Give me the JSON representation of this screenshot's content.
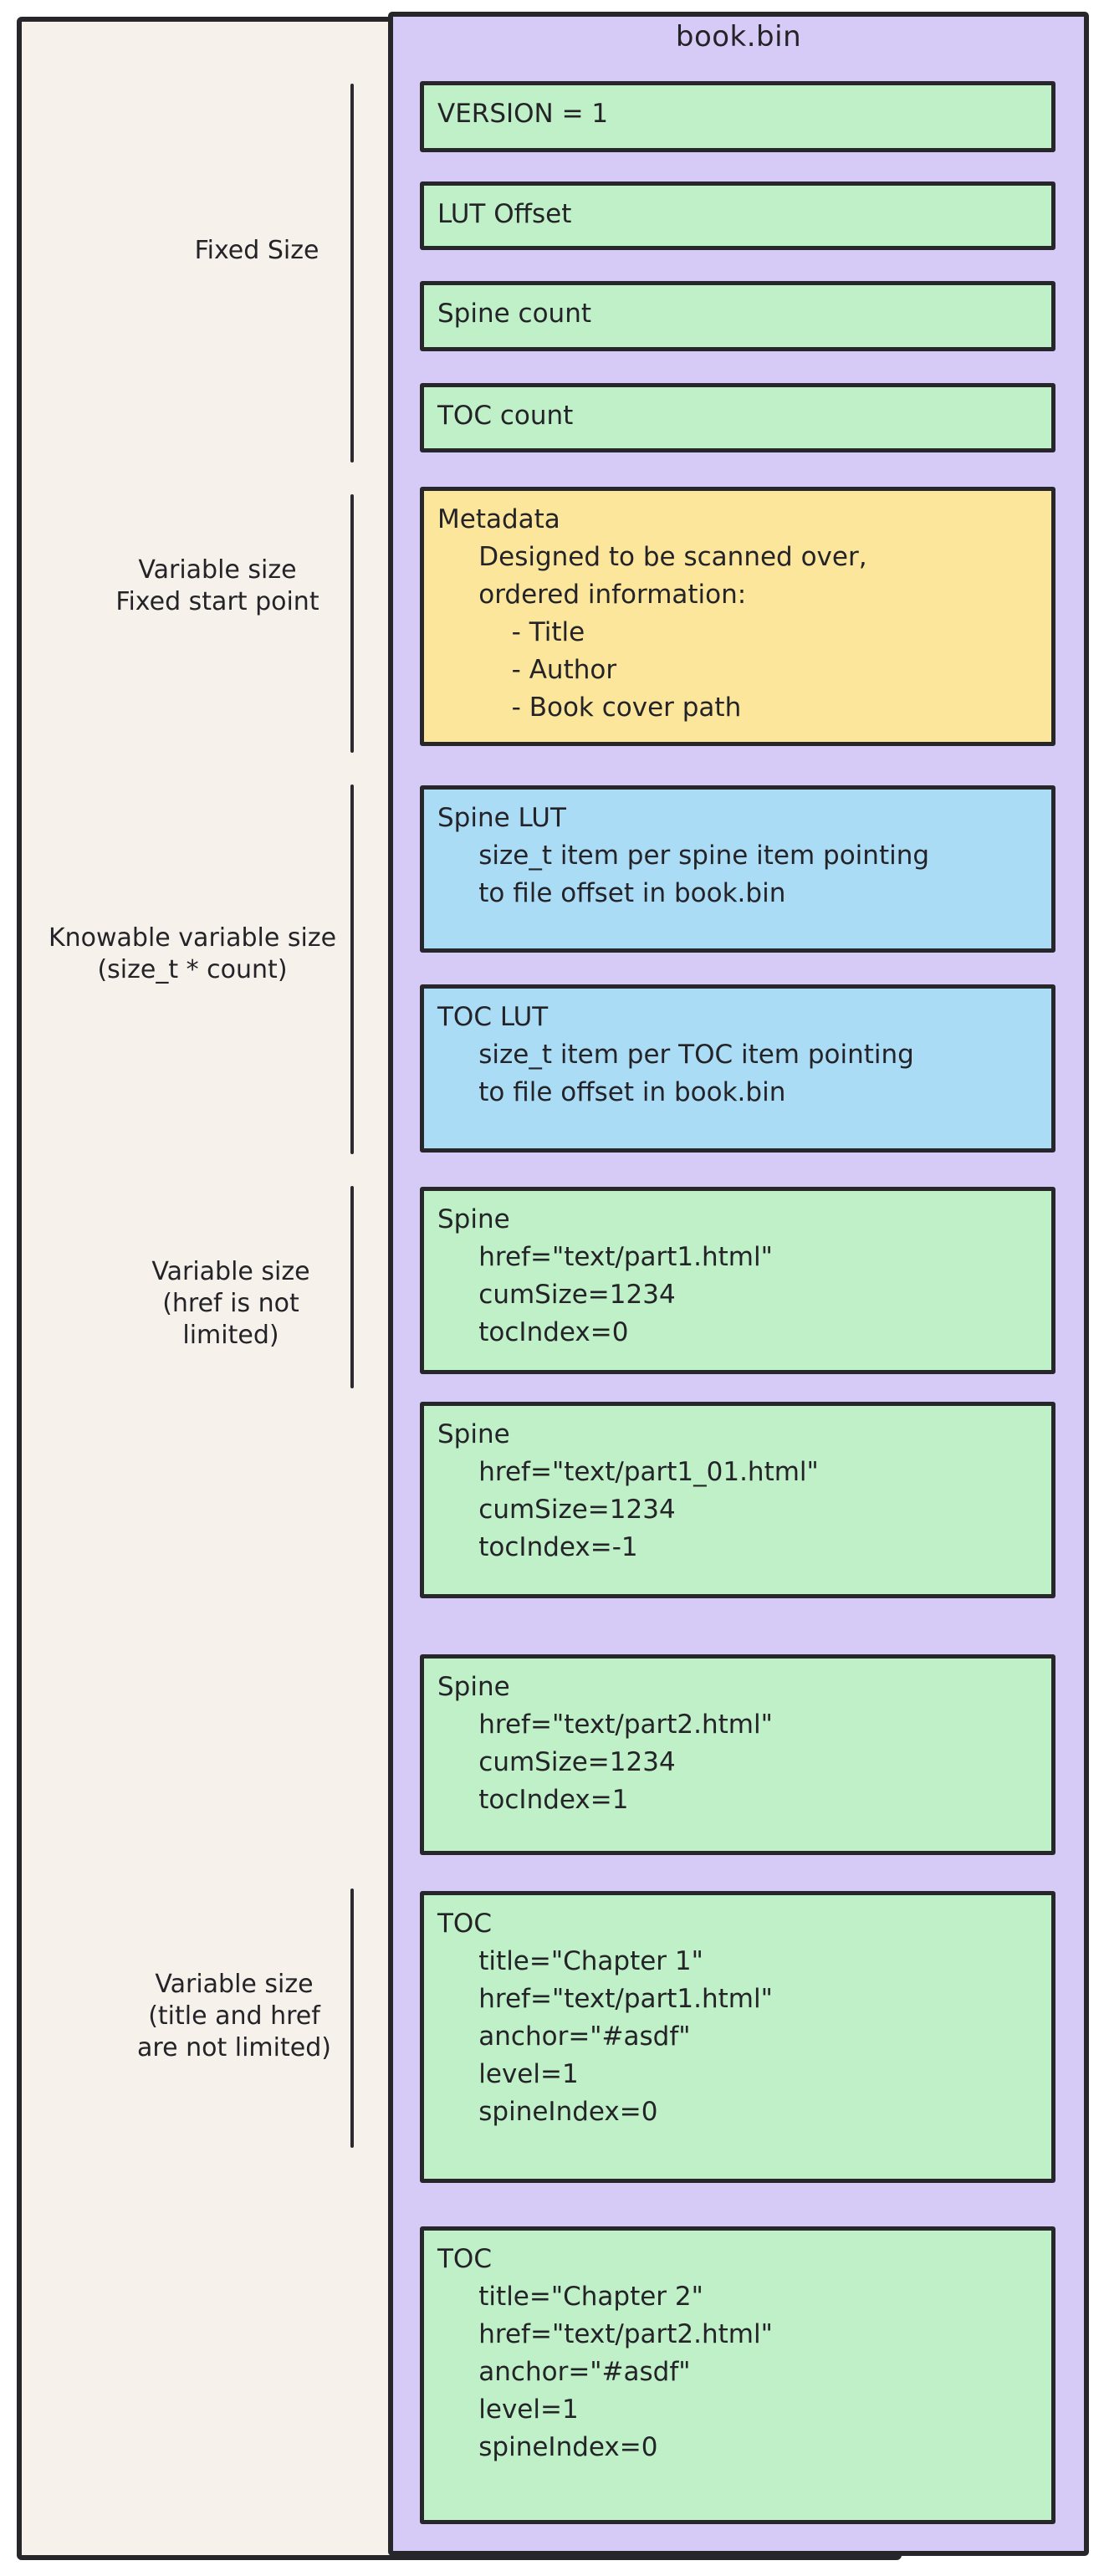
{
  "diagram": {
    "file_title": "book.bin",
    "side_labels": [
      {
        "text": "Fixed Size"
      },
      {
        "text": "Variable size\nFixed start point"
      },
      {
        "text": "Knowable variable size\n(size_t * count)"
      },
      {
        "text": "Variable size\n(href is not\nlimited)"
      },
      {
        "text": "Variable size\n(title and href\nare not limited)"
      }
    ],
    "blocks": [
      {
        "color": "green",
        "text": "VERSION = 1"
      },
      {
        "color": "green",
        "text": "LUT Offset"
      },
      {
        "color": "green",
        "text": "Spine count"
      },
      {
        "color": "green",
        "text": "TOC count"
      },
      {
        "color": "yellow",
        "text": "Metadata\n     Designed to be scanned over,\n     ordered information:\n         - Title\n         - Author\n         - Book cover path"
      },
      {
        "color": "blue",
        "text": "Spine LUT\n     size_t item per spine item pointing\n     to file offset in book.bin"
      },
      {
        "color": "blue",
        "text": "TOC LUT\n     size_t item per TOC item pointing\n     to file offset in book.bin"
      },
      {
        "color": "green",
        "text": "Spine\n     href=\"text/part1.html\"\n     cumSize=1234\n     tocIndex=0"
      },
      {
        "color": "green",
        "text": "Spine\n     href=\"text/part1_01.html\"\n     cumSize=1234\n     tocIndex=-1"
      },
      {
        "color": "green",
        "text": "Spine\n     href=\"text/part2.html\"\n     cumSize=1234\n     tocIndex=1"
      },
      {
        "color": "green",
        "text": "TOC\n     title=\"Chapter 1\"\n     href=\"text/part1.html\"\n     anchor=\"#asdf\"\n     level=1\n     spineIndex=0"
      },
      {
        "color": "green",
        "text": "TOC\n     title=\"Chapter 2\"\n     href=\"text/part2.html\"\n     anchor=\"#asdf\"\n     level=1\n     spineIndex=0"
      }
    ],
    "colors": {
      "page_background": "#FFFFFF",
      "outer_panel_fill": "#F7F1EB",
      "file_container_fill": "#D6CBF6",
      "field_block_fill": "#BFF0C8",
      "metadata_block_fill": "#FBE69B",
      "lut_block_fill": "#ABDCF6",
      "stroke": "#26262B",
      "ink": "#232328"
    }
  }
}
